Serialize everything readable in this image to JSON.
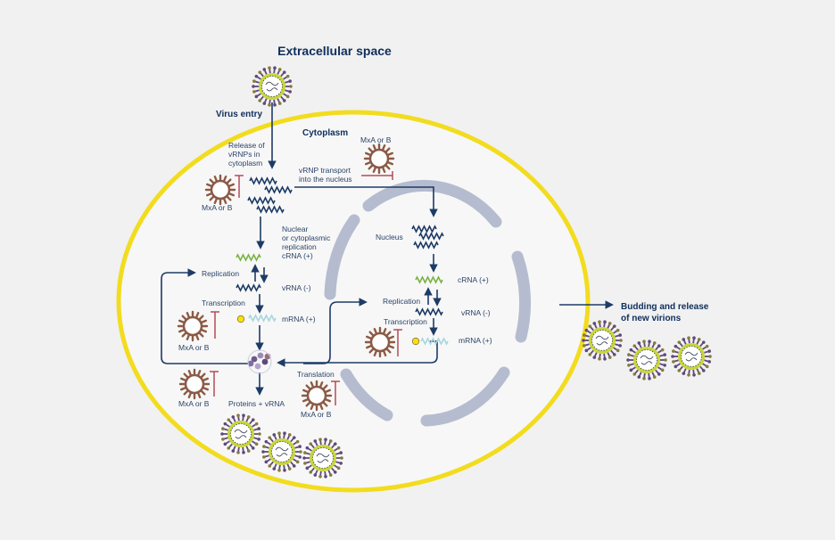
{
  "title": "Extracellular space",
  "virus_entry": "Virus entry",
  "cytoplasm": "Cytoplasm",
  "release_vrnps": [
    "Release of",
    "vRNPs in",
    "cytoplasm"
  ],
  "mxa_or_b": "MxA or B",
  "vrnp_transport": [
    "vRNP transport",
    "into the nucleus"
  ],
  "nuclear_replication": [
    "Nuclear",
    "or cytoplasmic",
    "replication",
    "cRNA (+)"
  ],
  "replication": "Replication",
  "vrna_minus": "vRNA (-)",
  "transcription": "Transcription",
  "mrna_plus": "mRNA (+)",
  "nucleus": "Nucleus",
  "crna_plus": "cRNA (+)",
  "translation": "Translation",
  "proteins_vrna": "Proteins + vRNA",
  "budding": [
    "Budding and release",
    "of new virions"
  ],
  "colors": {
    "membrane": "#f2dc1e",
    "nucleus": "#b6bccf",
    "arrow": "#1d3b66",
    "inhibitor": "#b54a57",
    "crna": "#79b344",
    "mrna": "#a8d5df",
    "mx_protein": "#8b5a45",
    "virion_ring": "#c8d63a",
    "virion_spike": "#5e4a7e"
  }
}
